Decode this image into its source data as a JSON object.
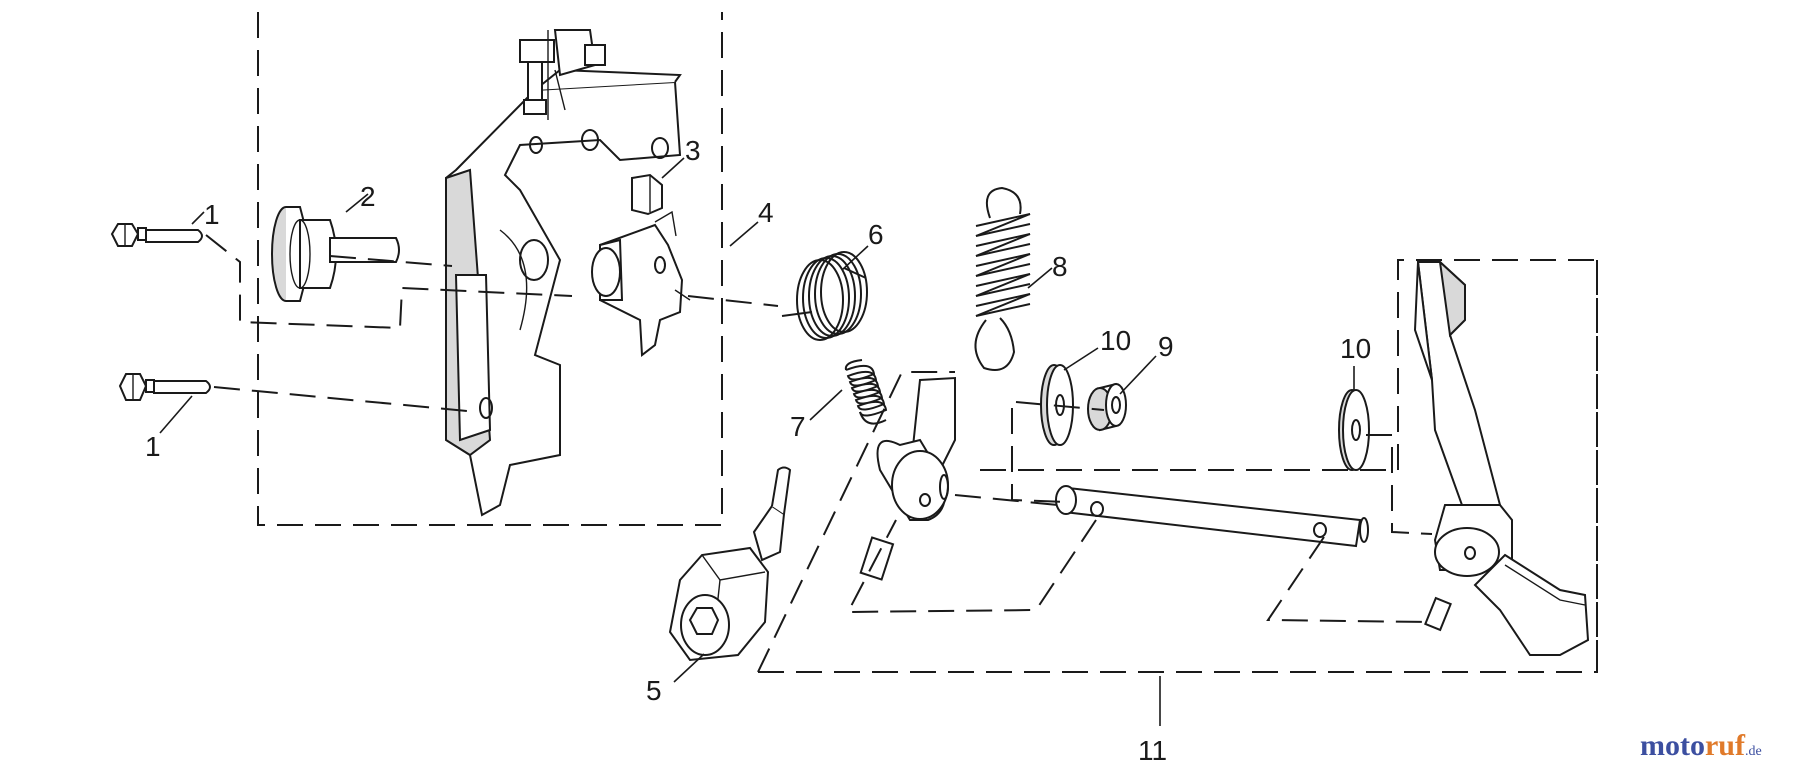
{
  "callouts": [
    {
      "id": "c1a",
      "text": "1"
    },
    {
      "id": "c1b",
      "text": "1"
    },
    {
      "id": "c2",
      "text": "2"
    },
    {
      "id": "c3",
      "text": "3"
    },
    {
      "id": "c4",
      "text": "4"
    },
    {
      "id": "c5",
      "text": "5"
    },
    {
      "id": "c6",
      "text": "6"
    },
    {
      "id": "c7",
      "text": "7"
    },
    {
      "id": "c8",
      "text": "8"
    },
    {
      "id": "c9",
      "text": "9"
    },
    {
      "id": "c10a",
      "text": "10"
    },
    {
      "id": "c10b",
      "text": "10"
    },
    {
      "id": "c11",
      "text": "11"
    }
  ],
  "logo": {
    "part1": "moto",
    "part2": "ruf",
    "suffix": ".de"
  },
  "colors": {
    "line": "#1a1a1a",
    "logo_blue": "#3c4fa0",
    "logo_orange": "#e07a2a"
  }
}
